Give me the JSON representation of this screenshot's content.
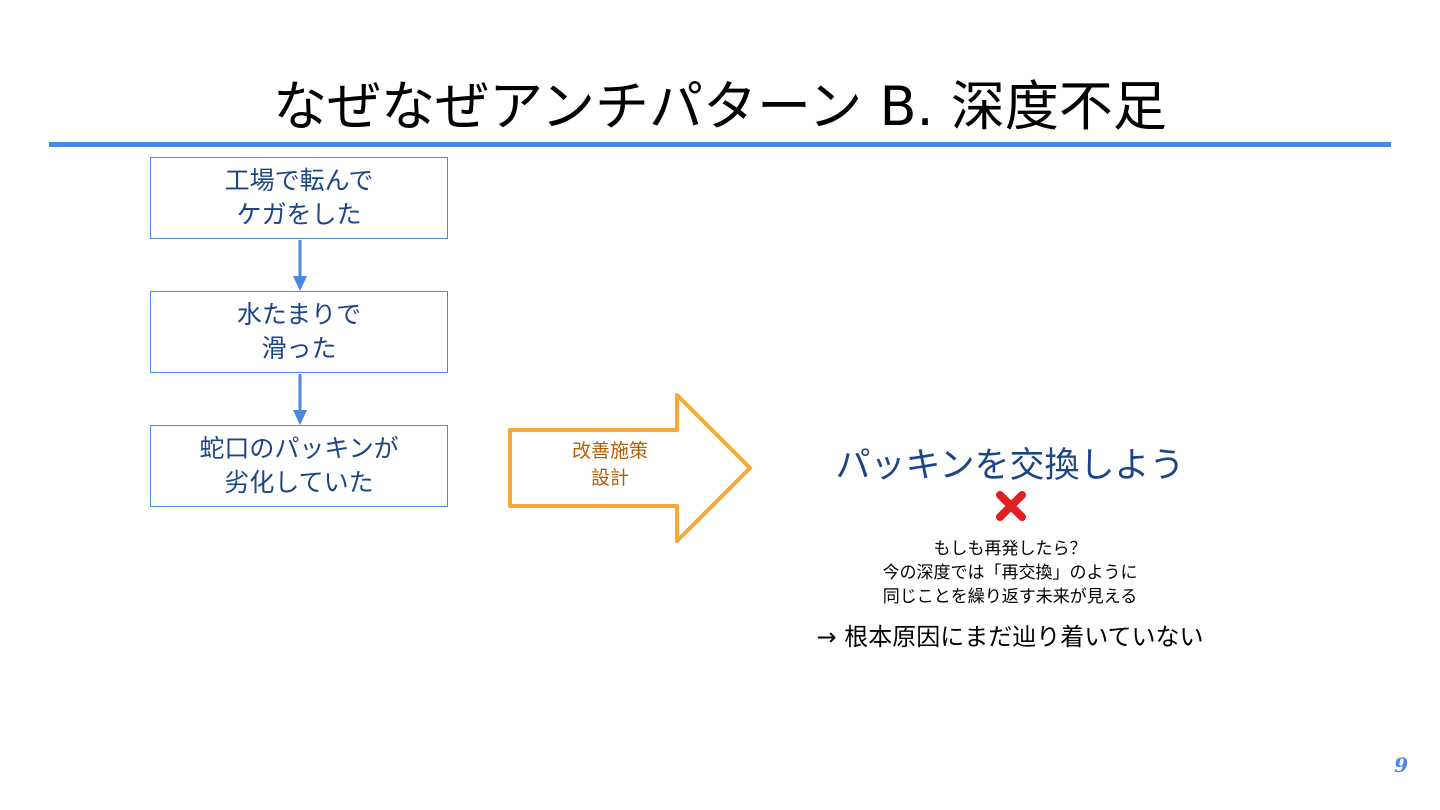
{
  "slide": {
    "title": "なぜなぜアンチパターン B. 深度不足",
    "page_number": "9",
    "accent_color": "#4a86e8"
  },
  "flow": {
    "boxes": [
      {
        "line1": "工場で転んで",
        "line2": "ケガをした"
      },
      {
        "line1": "水たまりで",
        "line2": "滑った"
      },
      {
        "line1": "蛇口のパッキンが",
        "line2": "劣化していた"
      }
    ],
    "box_border_color": "#4a86e8",
    "box_text_color": "#1c4587"
  },
  "arrow": {
    "label_line1": "改善施策",
    "label_line2": "設計",
    "outline_color": "#f6a935",
    "label_color": "#b45f06"
  },
  "result": {
    "proposal": "パッキンを交換しよう",
    "mark_icon": "cross-mark-icon",
    "mark_color": "#e02020",
    "note_line1": "もしも再発したら？",
    "note_line2": "今の深度では「再交換」のように",
    "note_line3": "同じことを繰り返す未来が見える",
    "conclusion": "→ 根本原因にまだ辿り着いていない"
  }
}
